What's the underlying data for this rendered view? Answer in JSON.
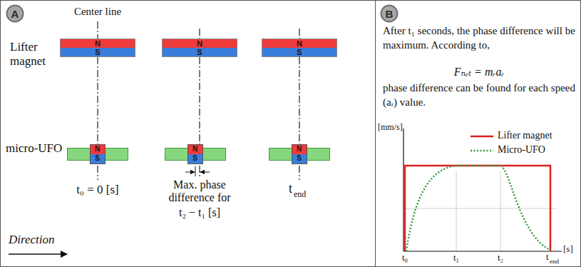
{
  "diagram": {
    "nodes": [
      {
        "text": [
          "A"
        ]
      },
      {
        "text": [
          "N",
          "S"
        ]
      },
      {
        "text": [
          "N",
          "S"
        ]
      },
      {
        "text": [
          "N",
          "S"
        ]
      },
      {
        "text": [
          "N",
          "S"
        ]
      },
      {
        "text": [
          "N",
          "S"
        ]
      },
      {
        "text": [
          "N",
          "S"
        ]
      },
      {
        "text": [
          "B"
        ]
      }
    ],
    "edges": [
      {
        "from": 1,
        "to": 4,
        "arrow": "none"
      },
      {
        "from": 2,
        "to": 5,
        "arrow": "none"
      },
      {
        "from": 3,
        "to": 6,
        "arrow": "none"
      }
    ],
    "labels": [
      "Center line",
      "Lifter magnet",
      "micro-UFO",
      "t₀ = 0 [s]",
      "Max. phase difference for",
      "t₂ − t₁ [s]",
      "t",
      "end",
      "Direction",
      "After t₁ seconds, the phase difference will be maximum. According to,",
      "Fₙₑₜ = mᵣaᵣ",
      "phase difference can be found for each speed (aᵣ) value.",
      "[mm/s]",
      "[s]",
      "t₀",
      "t₁",
      "t₂",
      "t",
      "end"
    ],
    "legend": [
      {
        "text": "Lifter magnet"
      },
      {
        "text": "Micro-UFO"
      }
    ]
  }
}
